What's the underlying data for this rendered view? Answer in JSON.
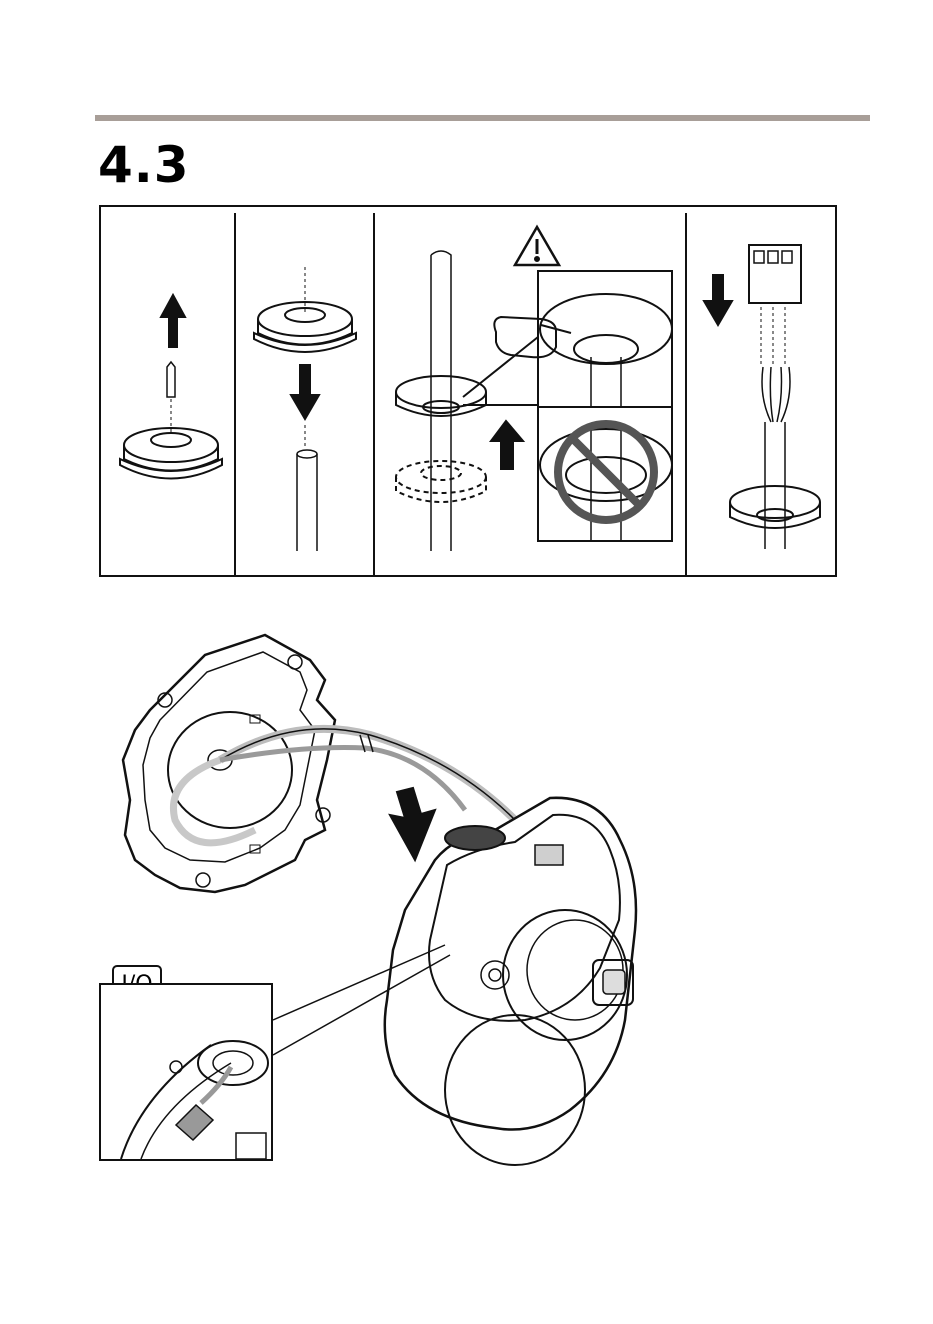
{
  "section": {
    "number": "4.3"
  },
  "detail": {
    "label": "I/O"
  },
  "colors": {
    "rule": "#a89e98",
    "line": "#111111",
    "cable": "#c8c8c8"
  },
  "panels": [
    {
      "id": "1",
      "icon": "arrow-up-icon"
    },
    {
      "id": "2",
      "icon": "arrow-down-icon"
    },
    {
      "id": "3",
      "icon": "warning-icon"
    },
    {
      "id": "4",
      "icon": "arrow-down-icon"
    }
  ]
}
